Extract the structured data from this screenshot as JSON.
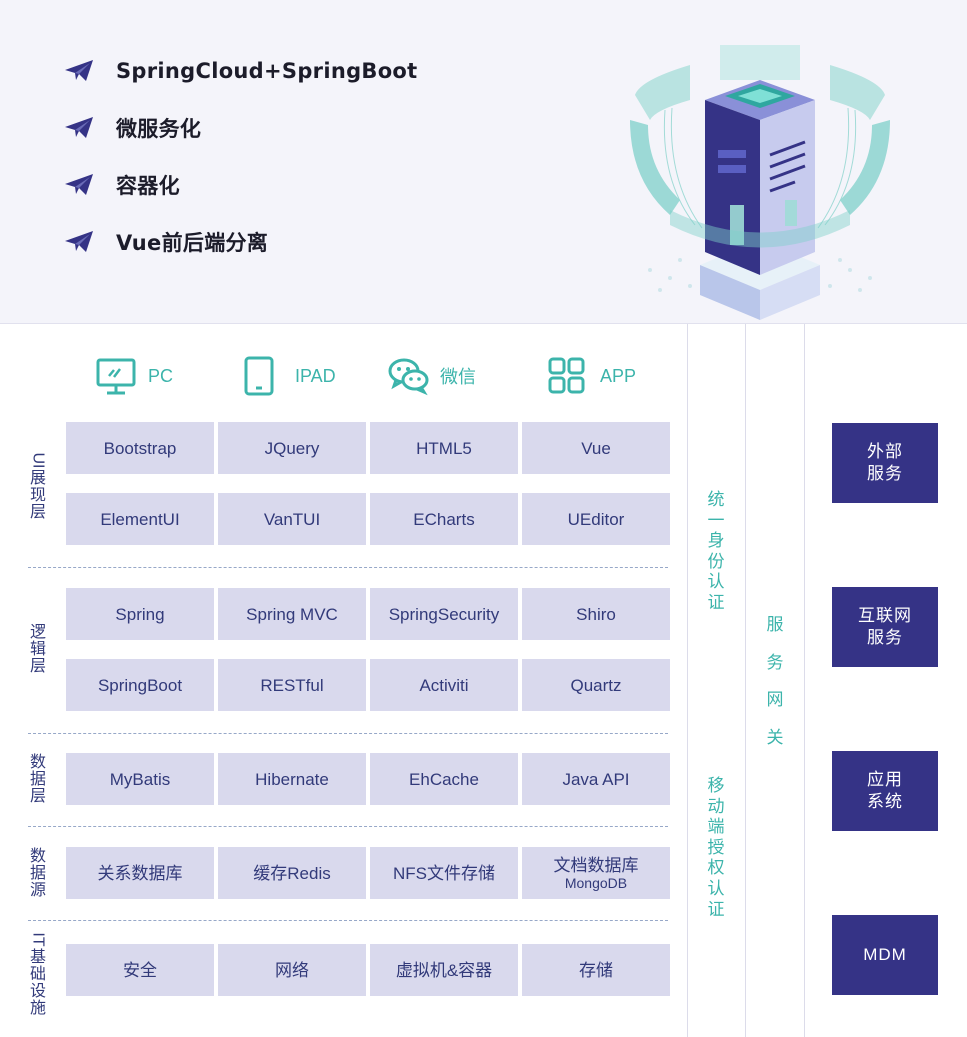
{
  "features": [
    {
      "text": "SpringCloud+SpringBoot",
      "icon": "paper-plane-icon"
    },
    {
      "text": "微服务化",
      "icon": "paper-plane-icon"
    },
    {
      "text": "容器化",
      "icon": "paper-plane-icon"
    },
    {
      "text": "Vue前后端分离",
      "icon": "paper-plane-icon"
    }
  ],
  "clients": [
    {
      "label": "PC",
      "icon": "monitor-icon"
    },
    {
      "label": "IPAD",
      "icon": "tablet-icon"
    },
    {
      "label": "微信",
      "icon": "wechat-icon"
    },
    {
      "label": "APP",
      "icon": "app-grid-icon"
    }
  ],
  "layers": [
    {
      "label": [
        "UI",
        "展",
        "现",
        "层"
      ],
      "rows": [
        [
          "Bootstrap",
          "JQuery",
          "HTML5",
          "Vue"
        ],
        [
          "ElementUI",
          "VanTUI",
          "ECharts",
          "UEditor"
        ]
      ]
    },
    {
      "label": [
        "逻",
        "辑",
        "层"
      ],
      "rows": [
        [
          "Spring",
          "Spring MVC",
          "SpringSecurity",
          "Shiro"
        ],
        [
          "SpringBoot",
          "RESTful",
          "Activiti",
          "Quartz"
        ]
      ]
    },
    {
      "label": [
        "数",
        "据",
        "层"
      ],
      "rows": [
        [
          "MyBatis",
          "Hibernate",
          "EhCache",
          "Java API"
        ]
      ]
    },
    {
      "label": [
        "数",
        "据",
        "源"
      ],
      "rows": [
        [
          "关系数据库",
          "缓存Redis",
          "NFS文件存储",
          {
            "main": "文档数据库",
            "sub": "MongoDB"
          }
        ]
      ]
    },
    {
      "label": [
        "IT",
        "基",
        "础",
        "设",
        "施"
      ],
      "rows": [
        [
          "安全",
          "网络",
          "虚拟机&容器",
          "存储"
        ]
      ]
    }
  ],
  "auth": {
    "identity": [
      "统",
      "一",
      "身",
      "份",
      "认",
      "证"
    ],
    "mobile": [
      "移",
      "动",
      "端",
      "授",
      "权",
      "认",
      "证"
    ]
  },
  "gateway": [
    "服",
    "务",
    "网",
    "关"
  ],
  "services": [
    {
      "lines": [
        "外部",
        "服务"
      ]
    },
    {
      "lines": [
        "互联网",
        "服务"
      ]
    },
    {
      "lines": [
        "应用",
        "系统"
      ]
    },
    {
      "lines": [
        "MDM"
      ]
    }
  ],
  "colors": {
    "accent_teal": "#3cb4ab",
    "cell_bg": "#d9d9ed",
    "cell_text": "#323a7a",
    "service_bg": "#353386",
    "plane_icon": "#353386",
    "top_bg": "#f4f4fa"
  }
}
